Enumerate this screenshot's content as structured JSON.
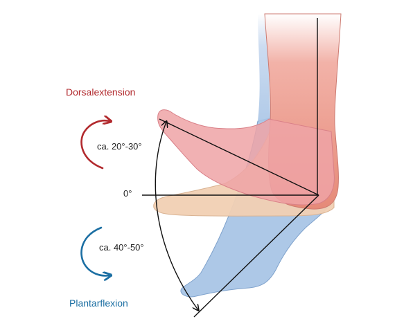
{
  "labels": {
    "dorsalextension": "Dorsalextension",
    "plantarflexion": "Plantarflexion",
    "dorsal_range": "ca. 20°-30°",
    "plantar_range": "ca. 40°-50°",
    "neutral": "0°"
  },
  "colors": {
    "dorsal_accent": "#b22a2e",
    "plantar_accent": "#1c6fa3",
    "dorsal_foot_fill": "#eea3a6",
    "neutral_foot_fill": "#f1d0b3",
    "plantar_foot_fill": "#a9c5e6",
    "leg_fill": "#e68a78",
    "line_color": "#111111"
  },
  "icons": {
    "dorsal_arrow": "curved-arrow-up-icon",
    "plantar_arrow": "curved-arrow-down-icon"
  }
}
